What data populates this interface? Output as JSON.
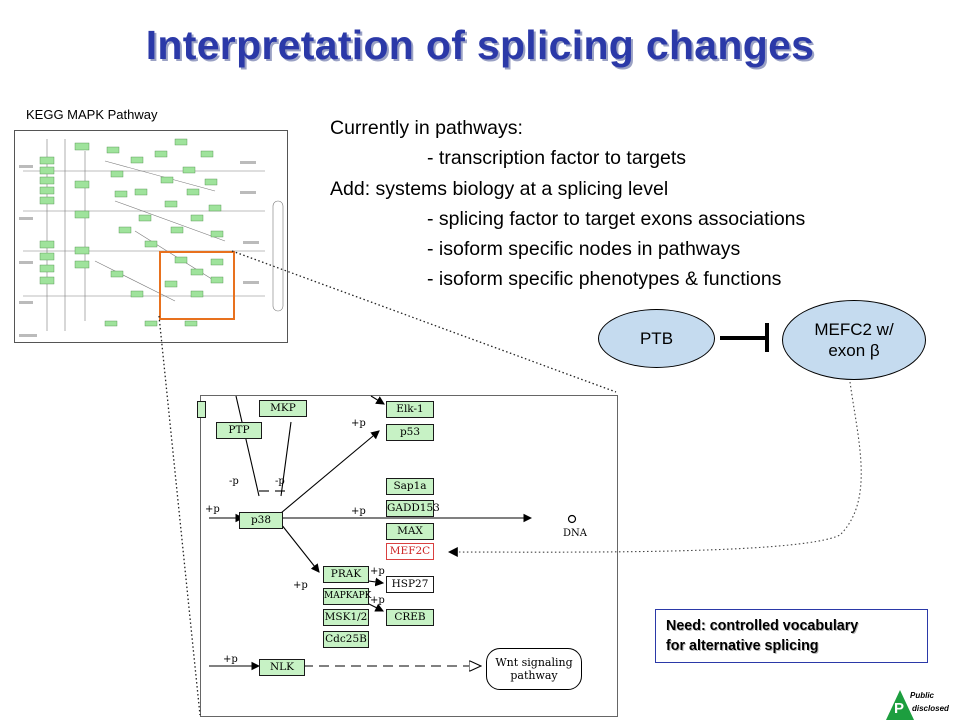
{
  "title": "Interpretation of splicing changes",
  "kegg_label": "KEGG MAPK Pathway",
  "bullets": {
    "line1": "Currently in pathways:",
    "line2": "- transcription factor to targets",
    "line3": "Add: systems biology at a splicing level",
    "line4": "- splicing factor to target exons associations",
    "line5": "- isoform specific nodes in pathways",
    "line6": "- isoform specific phenotypes & functions"
  },
  "diagram": {
    "ptb": "PTB",
    "mefc2_line1": "MEFC2 w/",
    "mefc2_line2": "exon β"
  },
  "zoom": {
    "genes": {
      "mkp": "MKP",
      "ptp": "PTP",
      "p38": "p38",
      "elk1": "Elk-1",
      "p53": "p53",
      "sap1a": "Sap1a",
      "gadd153": "GADD153",
      "max": "MAX",
      "mef2c": "MEF2C",
      "prak": "PRAK",
      "mapkapk": "MAPKAPK",
      "msk12": "MSK1/2",
      "cdc25b": "Cdc25B",
      "hsp27": "HSP27",
      "creb": "CREB",
      "nlk": "NLK"
    },
    "labels": {
      "plus_p": "+p",
      "minus_p": "-p",
      "dna": "DNA"
    },
    "wnt_line1": "Wnt signaling",
    "wnt_line2": "pathway"
  },
  "need_box": {
    "line1": "Need: controlled vocabulary",
    "line2": "for alternative splicing"
  },
  "logo": {
    "letter": "P",
    "word1": "Public",
    "word2": "disclosed"
  },
  "colors": {
    "title": "#2b39a8",
    "node_fill": "#c5dbef",
    "gene_fill": "#c7f2c5",
    "highlight": "#e8711e",
    "mef2c": "#cc2222",
    "logo": "#1d9e3f"
  }
}
